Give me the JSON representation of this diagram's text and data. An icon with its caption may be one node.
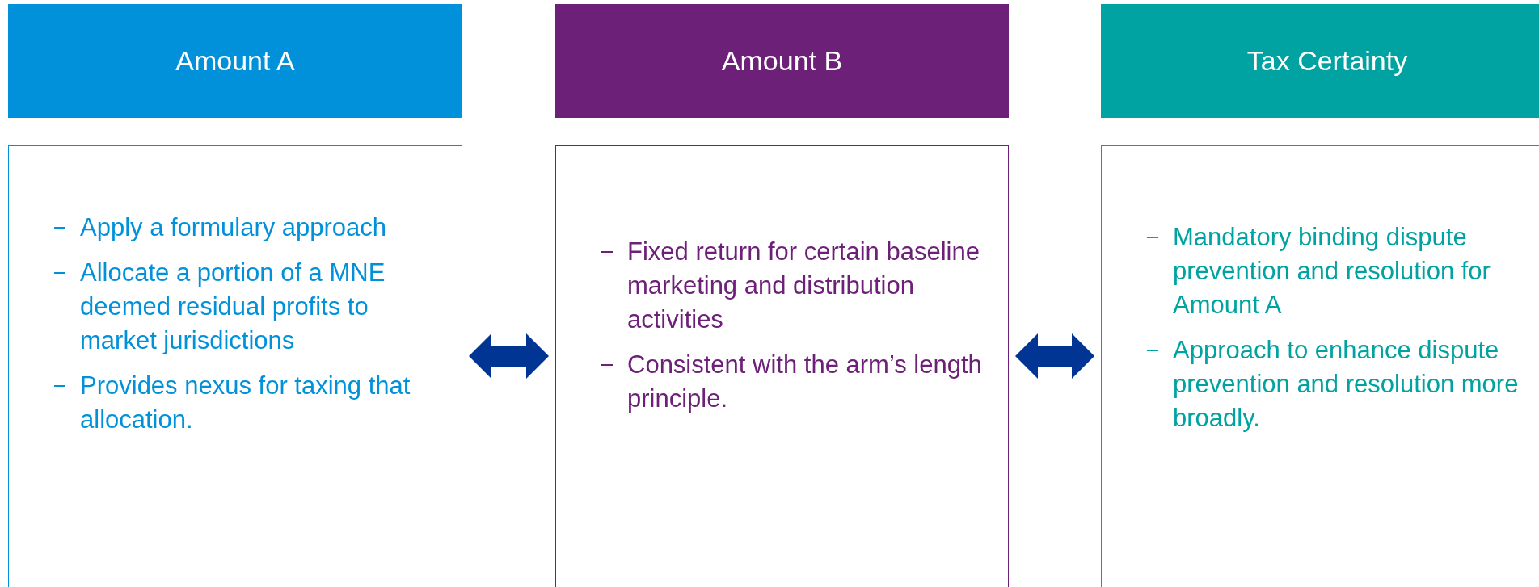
{
  "diagram": {
    "nodes": [
      {
        "text": [
          "Amount A"
        ]
      },
      {
        "text": [
          "Apply a formulary approach",
          "Allocate a portion of a MNE deemed residual profits to market jurisdictions",
          "Provides nexus for taxing that allocation."
        ]
      },
      {
        "text": [
          "Amount B"
        ]
      },
      {
        "text": [
          "Fixed return for certain baseline marketing and distribution activities",
          "Consistent with the arm’s length principle."
        ]
      },
      {
        "text": [
          "Tax Certainty"
        ]
      },
      {
        "text": [
          "Mandatory binding dispute prevention and resolution for Amount A",
          "Approach to enhance dispute prevention and resolution more broadly."
        ]
      }
    ],
    "edges": [
      {
        "from": 1,
        "to": 3,
        "arrow": "both"
      },
      {
        "from": 3,
        "to": 5,
        "arrow": "both"
      }
    ]
  }
}
